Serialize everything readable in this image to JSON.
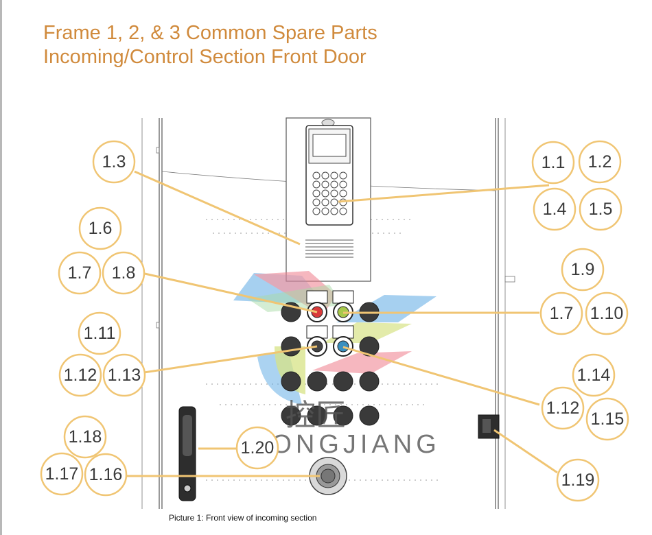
{
  "header": {
    "title_line1": "Frame 1, 2, & 3 Common Spare Parts",
    "title_line2": "Incoming/Control Section Front Door"
  },
  "caption": "Picture 1: Front view of incoming section",
  "watermark": {
    "chinese": "控匠",
    "latin": "KONGJIANG"
  },
  "callouts": [
    {
      "label": "1.3"
    },
    {
      "label": "1.1"
    },
    {
      "label": "1.2"
    },
    {
      "label": "1.4"
    },
    {
      "label": "1.5"
    },
    {
      "label": "1.6"
    },
    {
      "label": "1.7"
    },
    {
      "label": "1.8"
    },
    {
      "label": "1.9"
    },
    {
      "label": "1.7"
    },
    {
      "label": "1.10"
    },
    {
      "label": "1.11"
    },
    {
      "label": "1.12"
    },
    {
      "label": "1.13"
    },
    {
      "label": "1.14"
    },
    {
      "label": "1.12"
    },
    {
      "label": "1.15"
    },
    {
      "label": "1.18"
    },
    {
      "label": "1.17"
    },
    {
      "label": "1.16"
    },
    {
      "label": "1.20"
    },
    {
      "label": "1.19"
    }
  ],
  "colors": {
    "title": "#d08a3c",
    "callout_stroke": "#f0c573",
    "leader": "#f0c573"
  }
}
